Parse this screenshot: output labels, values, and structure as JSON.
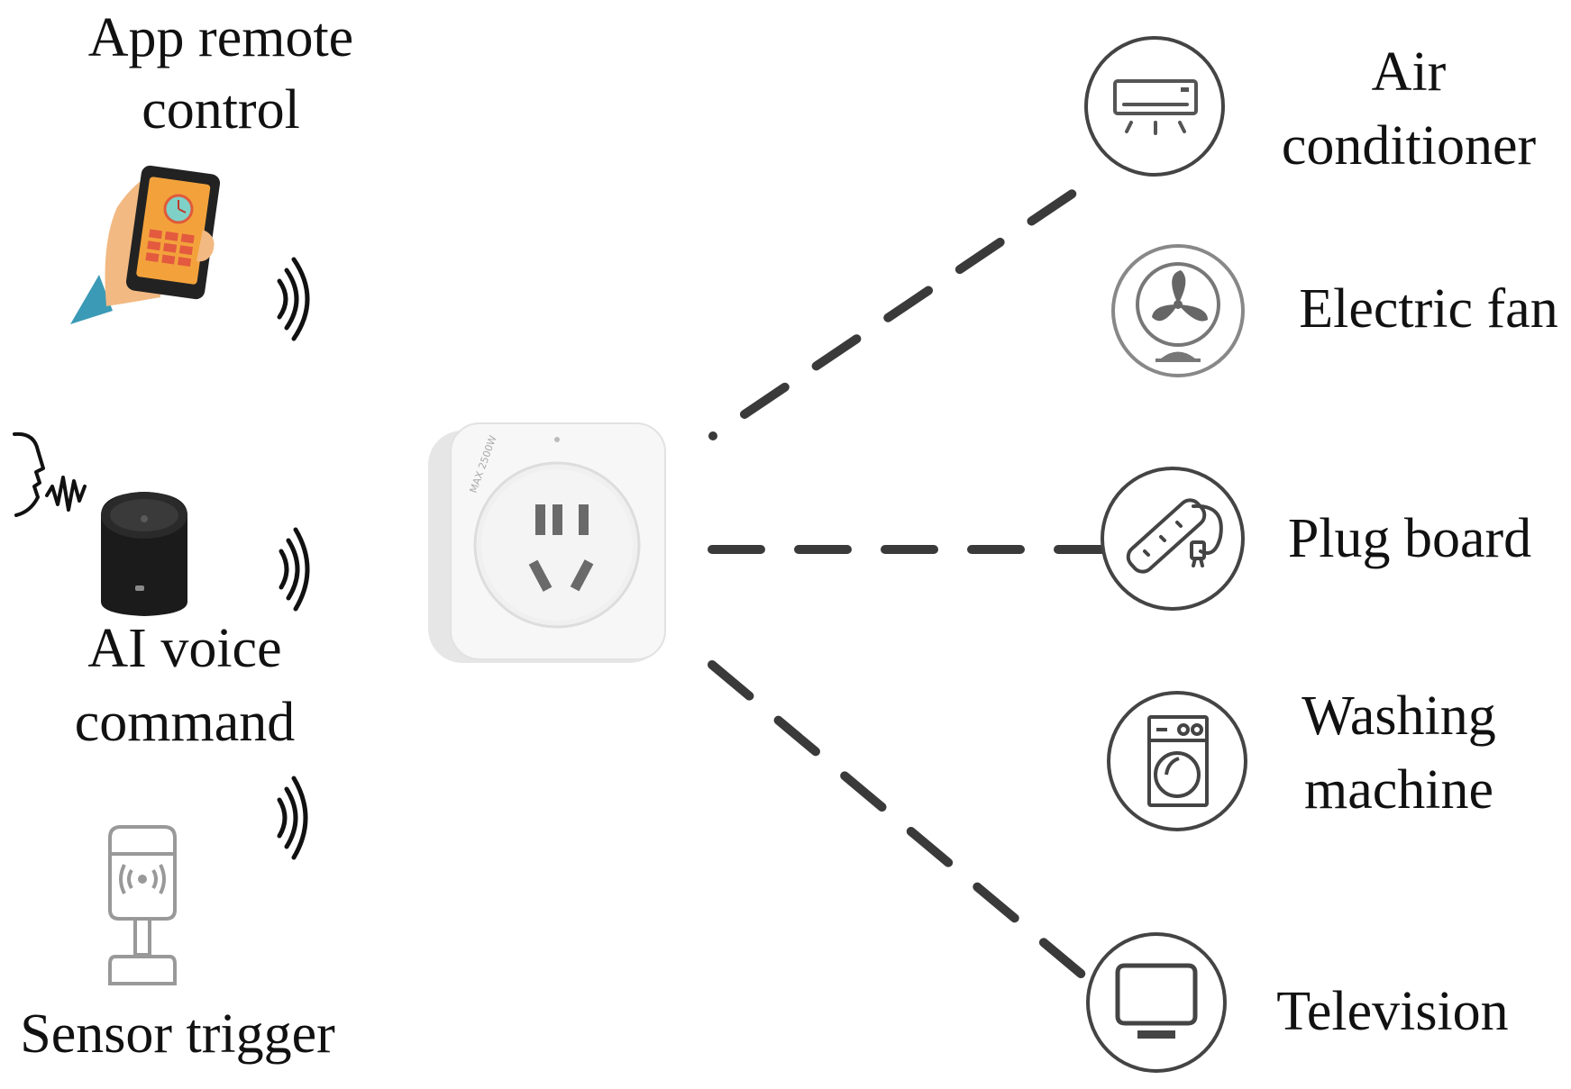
{
  "colors": {
    "line": "#3a3a3a",
    "circle_stroke": "#444444",
    "text": "#111111",
    "phone_screen": "#f3a23b",
    "hand": "#f2b982",
    "phone_cyan": "#3b9ab5"
  },
  "inputs": {
    "app_remote": {
      "line1": "App remote",
      "line2": "control",
      "icon": "phone-in-hand-icon"
    },
    "ai_voice": {
      "line1": "AI voice",
      "line2": "command",
      "icon": "smart-speaker-icon"
    },
    "sensor": {
      "line1": "Sensor trigger",
      "icon": "motion-sensor-icon"
    }
  },
  "hub": {
    "icon": "smart-socket-icon",
    "rating_text": "MAX 2500W"
  },
  "appliances": [
    {
      "line1": "Air",
      "line2": "conditioner",
      "icon": "air-conditioner-icon"
    },
    {
      "line1": "Electric fan",
      "icon": "electric-fan-icon"
    },
    {
      "line1": "Plug board",
      "icon": "power-strip-icon"
    },
    {
      "line1": "Washing",
      "line2": "machine",
      "icon": "washing-machine-icon"
    },
    {
      "line1": "Television",
      "icon": "television-icon"
    }
  ]
}
